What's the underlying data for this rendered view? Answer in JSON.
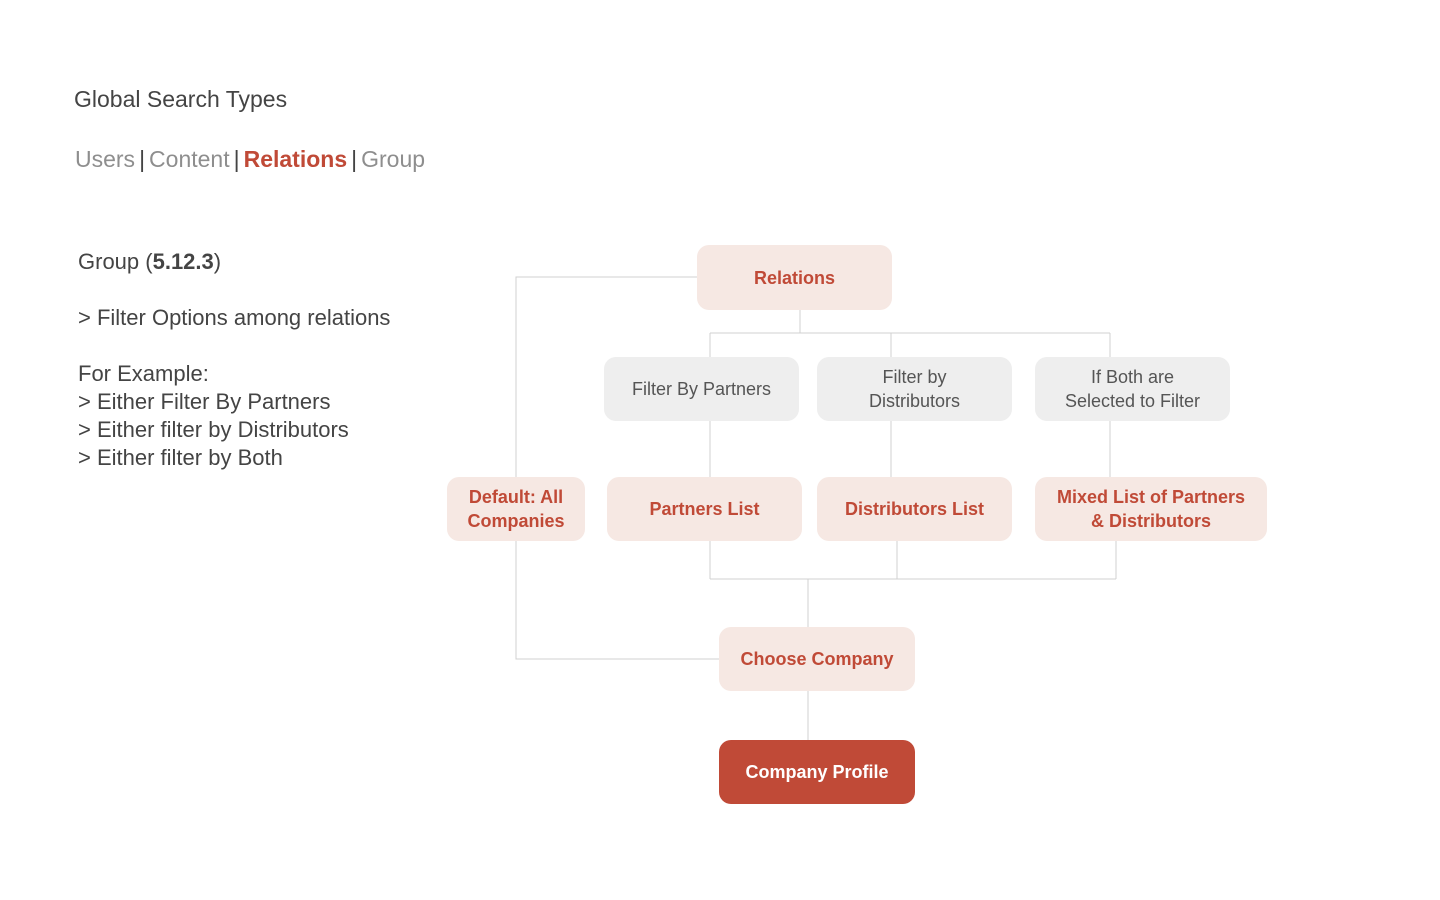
{
  "page": {
    "title": "Global Search Types"
  },
  "search_types": {
    "tabs": [
      {
        "label": "Users",
        "active": false
      },
      {
        "label": "Content",
        "active": false
      },
      {
        "label": "Relations",
        "active": true
      },
      {
        "label": "Group",
        "active": false
      }
    ],
    "separator": "|"
  },
  "description": {
    "group_prefix": "Group (",
    "group_version": "5.12.3",
    "group_suffix": ")",
    "filter_line": "> Filter Options among relations",
    "example_heading": "For Example:",
    "examples": [
      "> Either Filter By Partners",
      "> Either filter by Distributors",
      "> Either filter by Both"
    ]
  },
  "flowchart": {
    "nodes": {
      "relations": "Relations",
      "filter_partners": "Filter By Partners",
      "filter_distributors": "Filter by Distributors",
      "filter_both": "If Both are Selected to Filter",
      "default_all": "Default: All Companies",
      "partners_list": "Partners List",
      "distributors_list": "Distributors List",
      "mixed_list": "Mixed List of Partners & Distributors",
      "choose_company": "Choose Company",
      "company_profile": "Company Profile"
    },
    "colors": {
      "accent": "#c04a37",
      "result_fill": "#f6e8e3",
      "filter_fill": "#eeeeee",
      "connector": "#d0d0d0"
    }
  }
}
